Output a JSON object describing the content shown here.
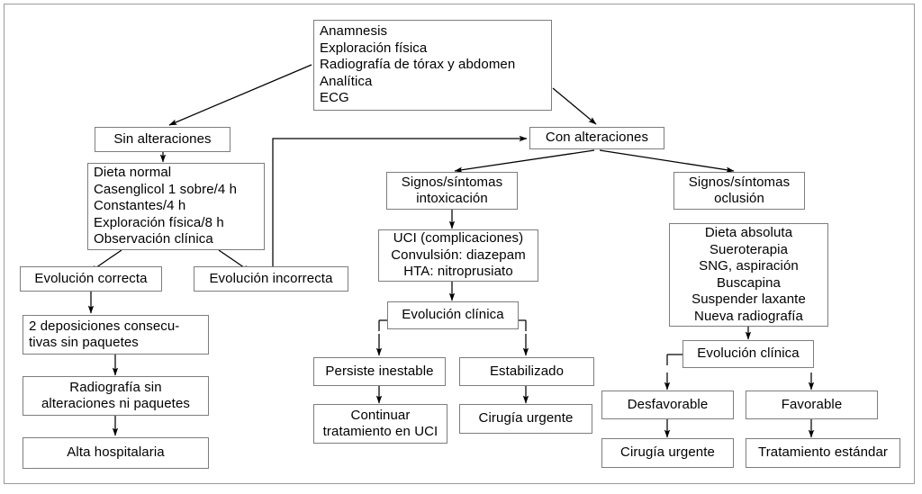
{
  "diagram": {
    "type": "clinical-flowchart",
    "language": "es",
    "title": "",
    "frame": {
      "stroke": "#9a9a9a"
    },
    "box_stroke": "#7d7d7d",
    "text_color": "#000000",
    "background": "#ffffff",
    "nodes": {
      "initial_assessment": "Anamnesis\nExploración física\nRadiografía de tórax y abdomen\nAnalítica\nECG",
      "no_alterations": "Sin alteraciones",
      "with_alterations": "Con alteraciones",
      "normal_diet_plan": "Dieta normal\nCasenglicol 1 sobre/4 h\nConstantes/4 h\nExploración física/8 h\nObservación clínica",
      "correct_evolution": "Evolución correcta",
      "incorrect_evolution": "Evolución incorrecta",
      "two_stools": "2 deposiciones consecu-\ntivas sin paquetes",
      "radiography_clear": "Radiografía sin\nalteraciones ni paquetes",
      "hospital_discharge": "Alta hospitalaria",
      "intoxication_signs": "Signos/síntomas\nintoxicación",
      "icu_complications": "UCI (complicaciones)\nConvulsión: diazepam\nHTA: nitroprusiato",
      "clinical_evolution_mid": "Evolución clínica",
      "persists_unstable": "Persiste inestable",
      "stabilized": "Estabilizado",
      "continue_icu": "Continuar\ntratamiento en UCI",
      "urgent_surgery_mid": "Cirugía urgente",
      "occlusion_signs": "Signos/síntomas\noclusión",
      "absolute_diet_plan": "Dieta absoluta\nSueroterapia\nSNG, aspiración\nBuscapina\nSuspender laxante\nNueva radiografía",
      "clinical_evolution_right": "Evolución clínica",
      "unfavorable": "Desfavorable",
      "favorable": "Favorable",
      "urgent_surgery_right": "Cirugía urgente",
      "standard_treatment": "Tratamiento estándar"
    }
  }
}
